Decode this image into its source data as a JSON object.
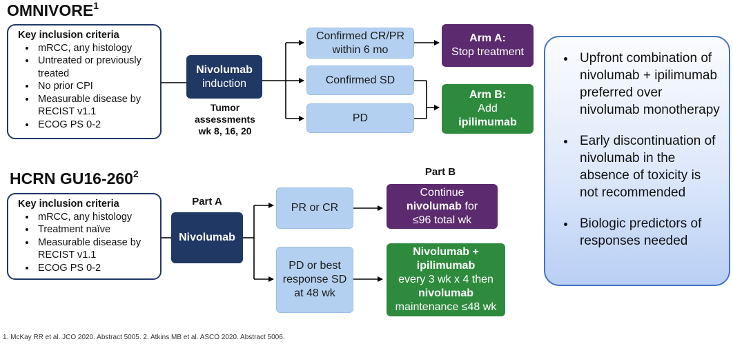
{
  "omnivore": {
    "title": "OMNIVORE",
    "title_sup": "1",
    "criteria_heading": "Key inclusion criteria",
    "criteria": [
      "mRCC, any histology",
      "Untreated or previously treated",
      "No prior CPI",
      "Measurable disease by RECIST v1.1",
      "ECOG PS 0-2"
    ],
    "induction_bold": "Nivolumab",
    "induction_rest": "induction",
    "assessments": "Tumor assessments wk 8, 16, 20",
    "outcomes": [
      "Confirmed CR/PR within 6 mo",
      "Confirmed SD",
      "PD"
    ],
    "arm_a_title": "Arm A:",
    "arm_a_text": "Stop treatment",
    "arm_b_title": "Arm B:",
    "arm_b_text": "Add",
    "arm_b_drug": "ipilimumab"
  },
  "hcrn": {
    "title": "HCRN GU16-260",
    "title_sup": "2",
    "criteria_heading": "Key inclusion criteria",
    "criteria": [
      "mRCC, any histology",
      "Treatment naïve",
      "Measurable disease by RECIST v1.1",
      "ECOG PS 0-2"
    ],
    "part_a_label": "Part A",
    "part_b_label": "Part B",
    "drug": "Nivolumab",
    "outcome_1": "PR or CR",
    "outcome_2": "PD or best response SD at 48 wk",
    "continue_1": "Continue",
    "continue_drug": "nivolumab",
    "continue_2": "for",
    "continue_3": "≤96 total wk",
    "combo_title": "Nivolumab + ipilimumab",
    "combo_text": "every 3 wk x 4 then",
    "combo_drug": "nivolumab",
    "combo_tail": "maintenance ≤48 wk"
  },
  "takeaways": [
    "Upfront combination of nivolumab + ipilimumab preferred over nivolumab monotherapy",
    "Early discontinuation of nivolumab in the absence of toxicity is not recommended",
    "Biologic predictors of responses needed"
  ],
  "footnote": "1. McKay RR et al. JCO 2020. Abstract 5005. 2. Atkins MB et al. ASCO 2020. Abstract 5006.",
  "colors": {
    "navy": "#1f3864",
    "light_blue": "#b4d0f0",
    "purple": "#5c2a6e",
    "green": "#2e8b3e",
    "panel_border": "#4472c4"
  }
}
